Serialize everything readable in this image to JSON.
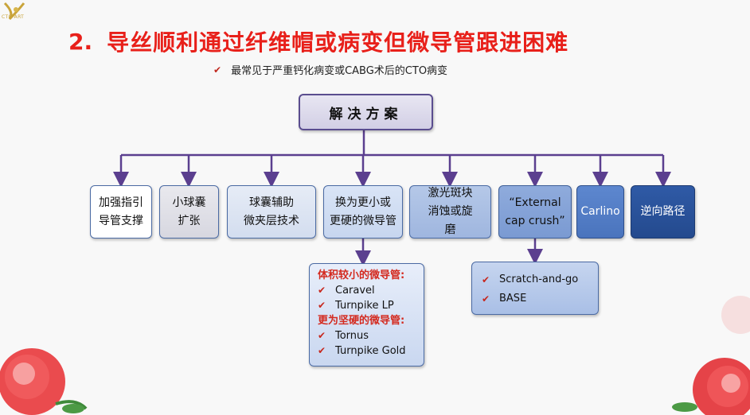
{
  "logo": {
    "text": "CTO·ART"
  },
  "title": {
    "number": "2.",
    "text": "导丝顺利通过纤维帽或病变但微导管跟进困难"
  },
  "subtitle": {
    "text": "最常见于严重钙化病变或CABG术后的CTO病变"
  },
  "root": {
    "label": "解决方案"
  },
  "nodes": [
    {
      "line1": "加强指引",
      "line2": "导管支撑",
      "line3": ""
    },
    {
      "line1": "小球囊",
      "line2": "扩张",
      "line3": ""
    },
    {
      "line1": "球囊辅助",
      "line2": "微夹层技术",
      "line3": ""
    },
    {
      "line1": "换为更小或",
      "line2": "更硬的微导管",
      "line3": ""
    },
    {
      "line1": "激光斑块",
      "line2": "消蚀或旋",
      "line3": "磨"
    },
    {
      "line1": "“External",
      "line2": "cap crush”",
      "line3": ""
    },
    {
      "line1": "Carlino",
      "line2": "",
      "line3": ""
    },
    {
      "line1": "逆向路径",
      "line2": "",
      "line3": ""
    }
  ],
  "microcatheter": {
    "heading1": "体积较小的微导管:",
    "group1": [
      "Caravel",
      "Turnpike LP"
    ],
    "heading2": "更为坚硬的微导管:",
    "group2": [
      "Tornus",
      "Turnpike Gold"
    ]
  },
  "external": {
    "items": [
      "Scratch-and-go",
      "BASE"
    ]
  },
  "colors": {
    "title": "#e8201a",
    "connector": "#5b3f8f",
    "check": "#c7271d"
  }
}
